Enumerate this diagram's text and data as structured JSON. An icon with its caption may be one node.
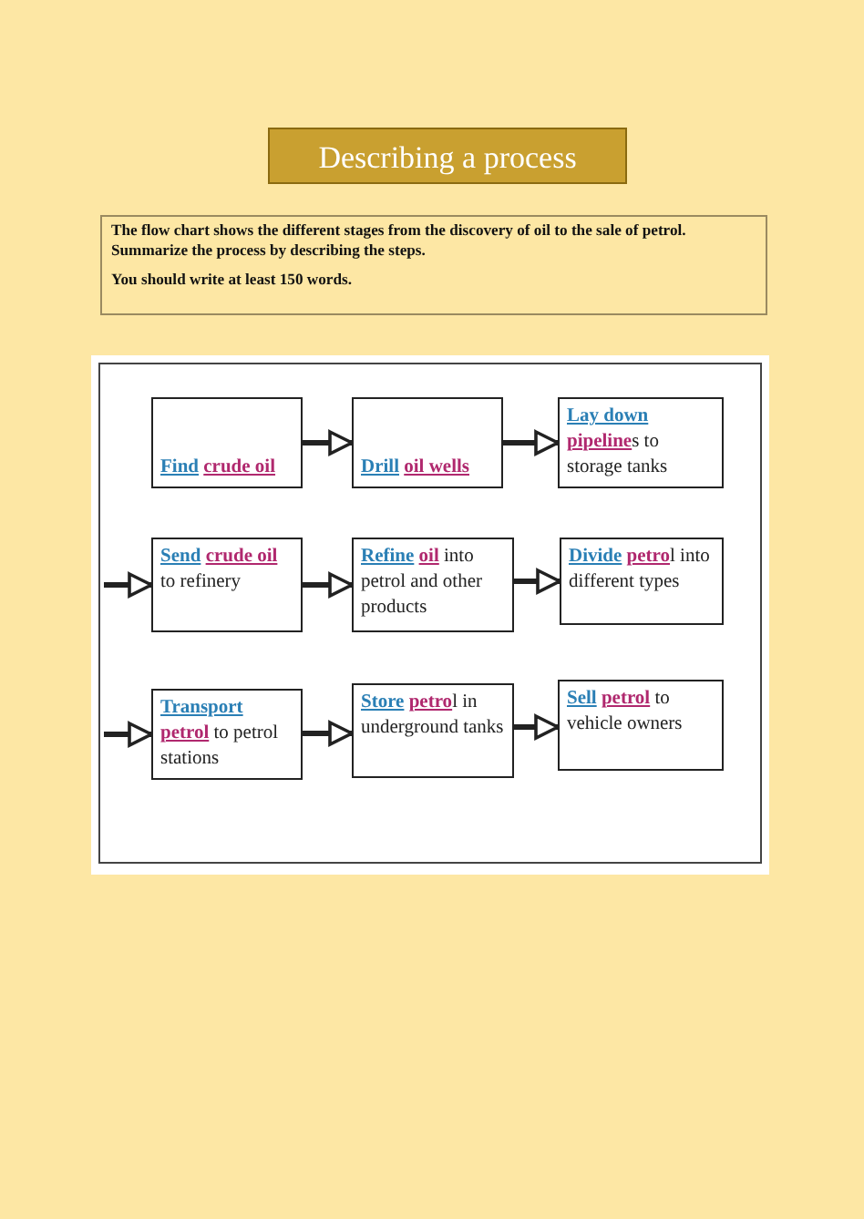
{
  "diagram": {
    "title": "Describing a process",
    "nodes": [
      {
        "text": [
          "**Find** **crude oil**"
        ]
      },
      {
        "text": [
          "**Drill** **oil wells**"
        ]
      },
      {
        "text": [
          "**Lay down** **pipeline**s to storage tanks"
        ]
      },
      {
        "text": [
          "**Send** **crude oil** to refinery"
        ]
      },
      {
        "text": [
          "**Refine** **oil** into petrol and other products"
        ]
      },
      {
        "text": [
          "**Divide** **petro**l into different types"
        ]
      },
      {
        "text": [
          "**Transport** **petrol** to petrol stations"
        ]
      },
      {
        "text": [
          "**Store** **petro**l in underground tanks"
        ]
      },
      {
        "text": [
          "**Sell** **petrol** to vehicle owners"
        ]
      }
    ],
    "edges": [
      {
        "from": 0,
        "to": 1,
        "arrow": "to"
      },
      {
        "from": 1,
        "to": 2,
        "arrow": "to"
      },
      {
        "from": null,
        "to": 3,
        "arrow": "to"
      },
      {
        "from": 3,
        "to": 4,
        "arrow": "to"
      },
      {
        "from": 4,
        "to": 5,
        "arrow": "to"
      },
      {
        "from": null,
        "to": 6,
        "arrow": "to"
      },
      {
        "from": 6,
        "to": 7,
        "arrow": "to"
      },
      {
        "from": 7,
        "to": 8,
        "arrow": "to"
      }
    ],
    "labels": [
      "The flow chart shows the different stages from the discovery of oil to the sale of petrol. Summarize the process by describing the steps.",
      "You should write at least 150 words."
    ]
  }
}
